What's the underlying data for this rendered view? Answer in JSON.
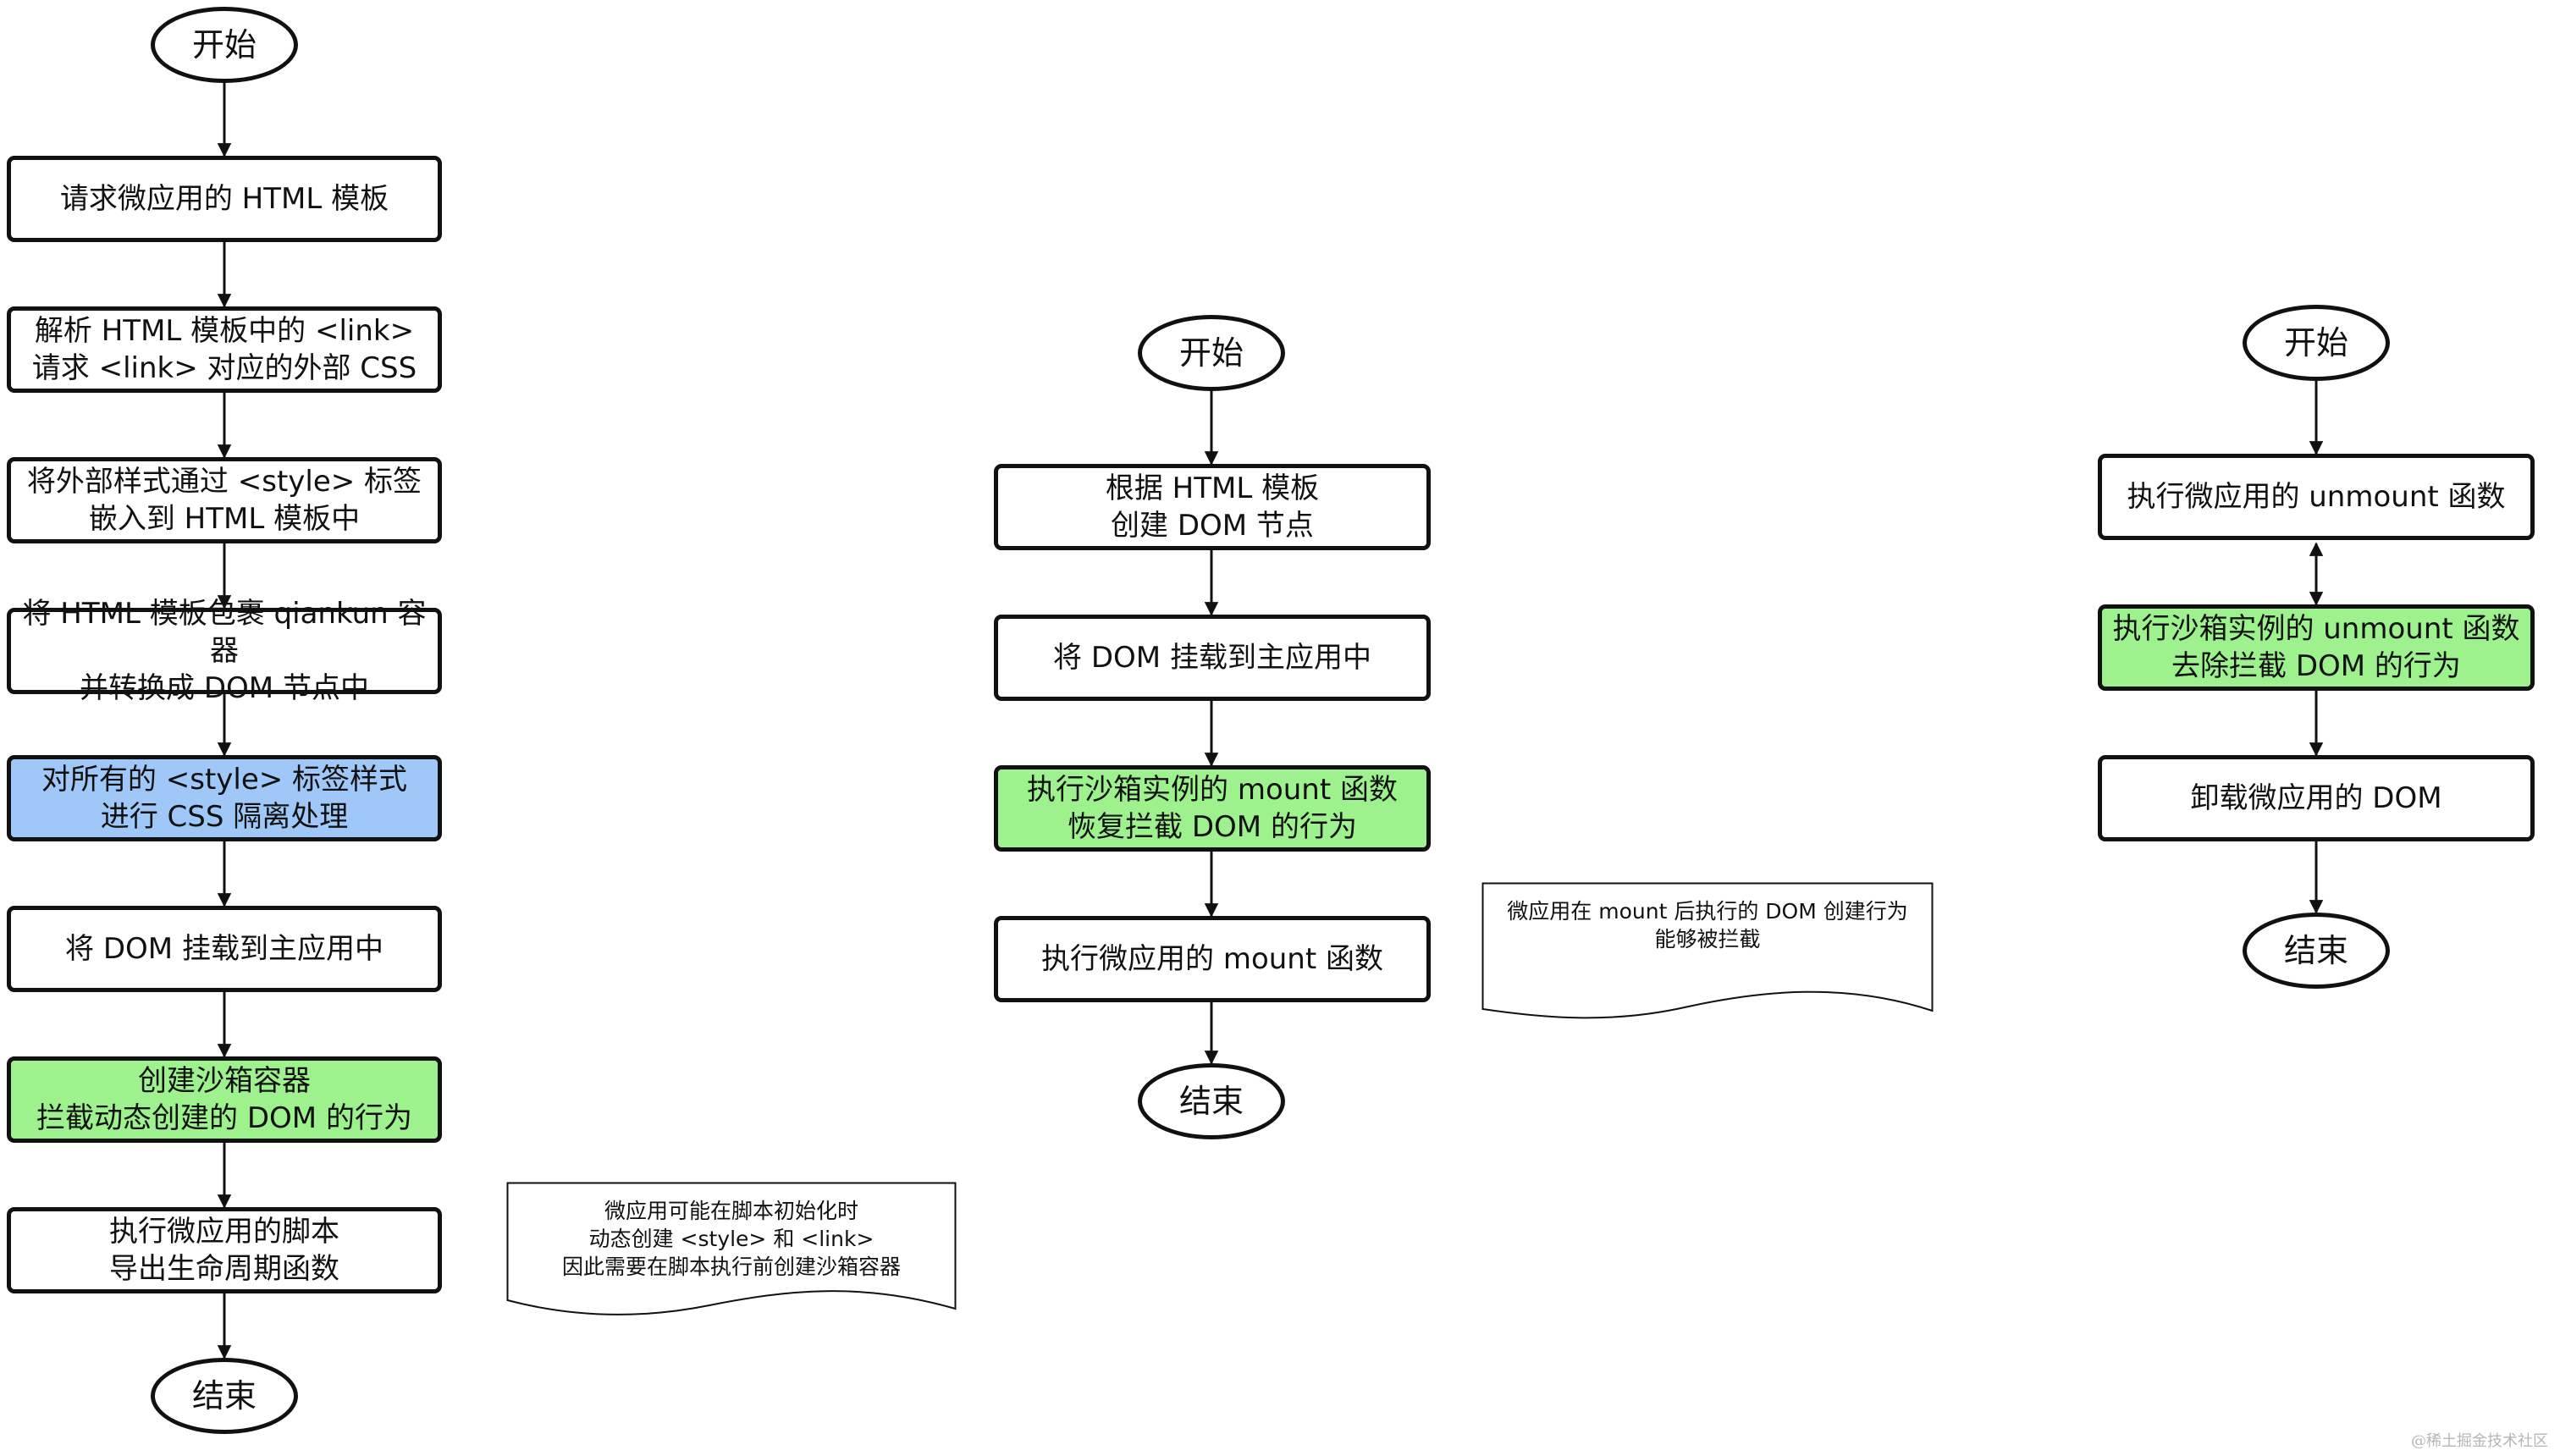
{
  "colors": {
    "stroke": "#111111",
    "box_fill": "#ffffff",
    "blue_fill": "#9fc7f7",
    "green_fill": "#9ef28d"
  },
  "flow1": {
    "start": "开始",
    "s1": "请求微应用的 HTML 模板",
    "s2": "解析 HTML 模板中的 <link>\n请求 <link> 对应的外部 CSS",
    "s3": "将外部样式通过 <style> 标签\n嵌入到 HTML 模板中",
    "s4": "将 HTML 模板包裹 qiankun 容器\n并转换成 DOM 节点中",
    "s5": "对所有的 <style> 标签样式\n进行 CSS 隔离处理",
    "s6": "将 DOM 挂载到主应用中",
    "s7": "创建沙箱容器\n拦截动态创建的 DOM 的行为",
    "s8": "执行微应用的脚本\n导出生命周期函数",
    "end": "结束",
    "note": "微应用可能在脚本初始化时\n动态创建 <style>  和 <link>\n因此需要在脚本执行前创建沙箱容器"
  },
  "flow2": {
    "start": "开始",
    "s1": "根据 HTML 模板\n创建 DOM 节点",
    "s2": "将 DOM 挂载到主应用中",
    "s3": "执行沙箱实例的 mount 函数\n恢复拦截 DOM 的行为",
    "s4": "执行微应用的 mount 函数",
    "end": "结束",
    "note": "微应用在 mount 后执行的 DOM 创建行为\n能够被拦截"
  },
  "flow3": {
    "start": "开始",
    "s1": "执行微应用的 unmount 函数",
    "s2": "执行沙箱实例的 unmount 函数\n去除拦截 DOM 的行为",
    "s3": "卸载微应用的 DOM",
    "end": "结束"
  },
  "watermark": "@稀土掘金技术社区"
}
